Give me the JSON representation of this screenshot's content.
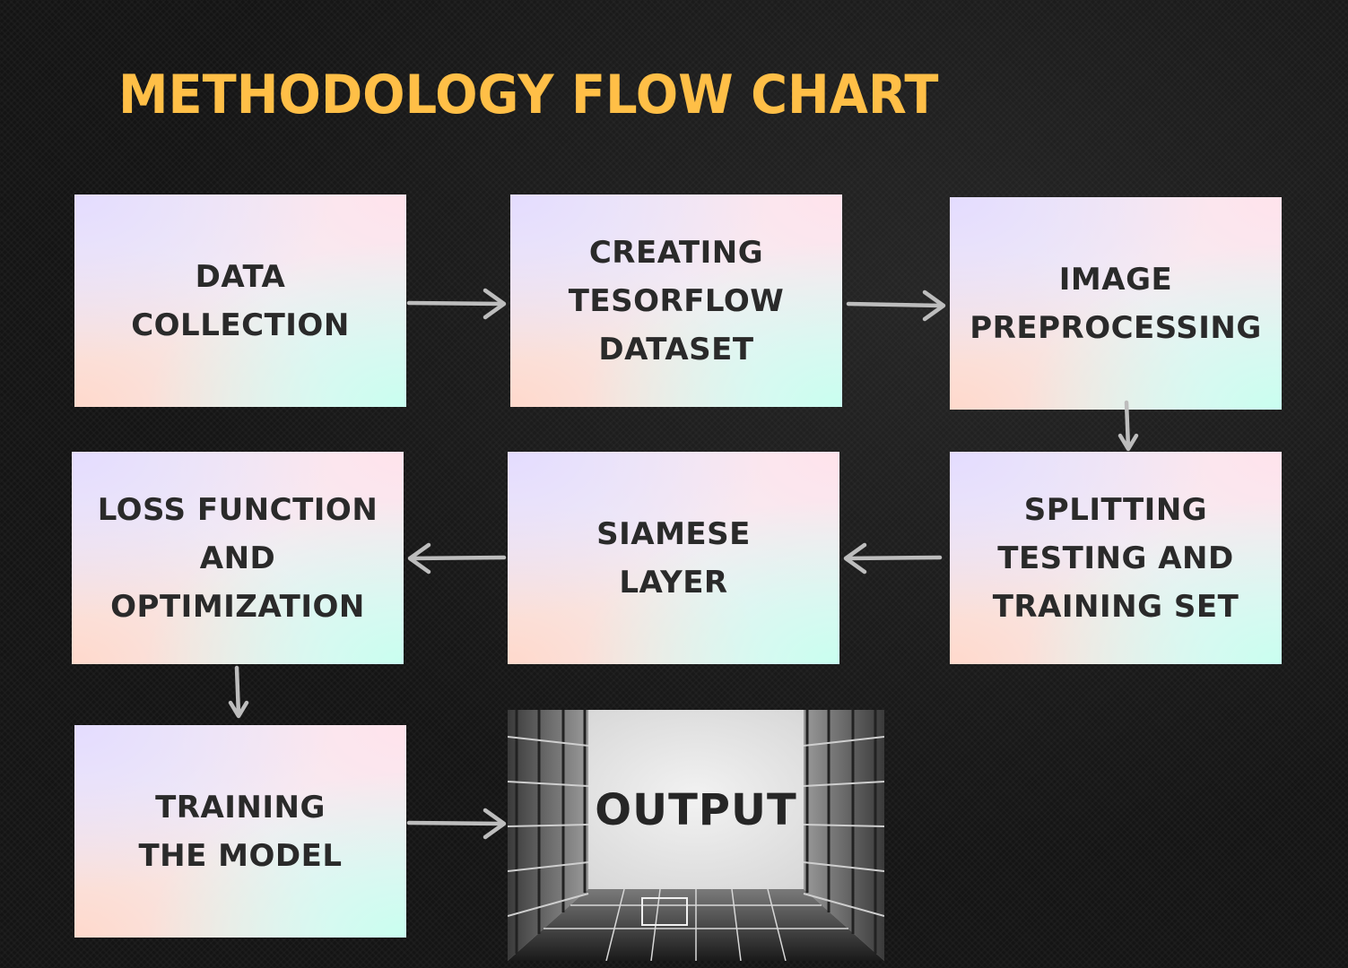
{
  "title": "METHODOLOGY FLOW CHART",
  "colors": {
    "title": "#ffbf47",
    "background": "#141414",
    "box_text": "#2a2a2a",
    "arrow": "#bdbdbd"
  },
  "steps": [
    {
      "label": "DATA\nCOLLECTION"
    },
    {
      "label": "CREATING\nTESORFLOW\nDATASET"
    },
    {
      "label": "IMAGE\nPREPROCESSING"
    },
    {
      "label": "SPLITTING\nTESTING AND\nTRAINING SET"
    },
    {
      "label": "SIAMESE\nLAYER"
    },
    {
      "label": "LOSS FUNCTION\nAND\nOPTIMIZATION"
    },
    {
      "label": "TRAINING\nTHE MODEL"
    }
  ],
  "output": {
    "label": "OUTPUT",
    "background_image": "building-looking-up-photo"
  },
  "flow": [
    "DATA COLLECTION -> CREATING TESORFLOW DATASET",
    "CREATING TESORFLOW DATASET -> IMAGE PREPROCESSING",
    "IMAGE PREPROCESSING -> SPLITTING TESTING AND TRAINING SET",
    "SPLITTING TESTING AND TRAINING SET -> SIAMESE LAYER",
    "SIAMESE LAYER -> LOSS FUNCTION AND OPTIMIZATION",
    "LOSS FUNCTION AND OPTIMIZATION -> TRAINING THE MODEL",
    "TRAINING THE MODEL -> OUTPUT"
  ]
}
